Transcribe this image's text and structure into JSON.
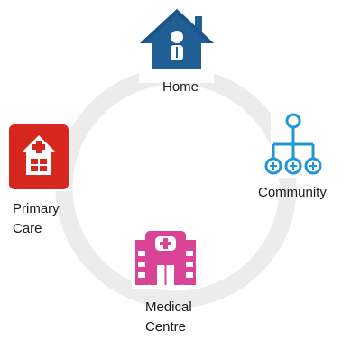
{
  "nodes": {
    "home": {
      "label": "Home",
      "icon": "house-person-icon",
      "color": "#1f5f96"
    },
    "community": {
      "label": "Community",
      "icon": "hierarchy-network-icon",
      "color": "#2196d6"
    },
    "medical_centre": {
      "label_line1": "Medical",
      "label_line2": "Centre",
      "icon": "hospital-building-icon",
      "color": "#d94496"
    },
    "primary_care": {
      "label_line1": "Primary",
      "label_line2": "Care",
      "icon": "clinic-house-cross-icon",
      "color": "#d7261e"
    }
  },
  "ring_color": "#ececec"
}
